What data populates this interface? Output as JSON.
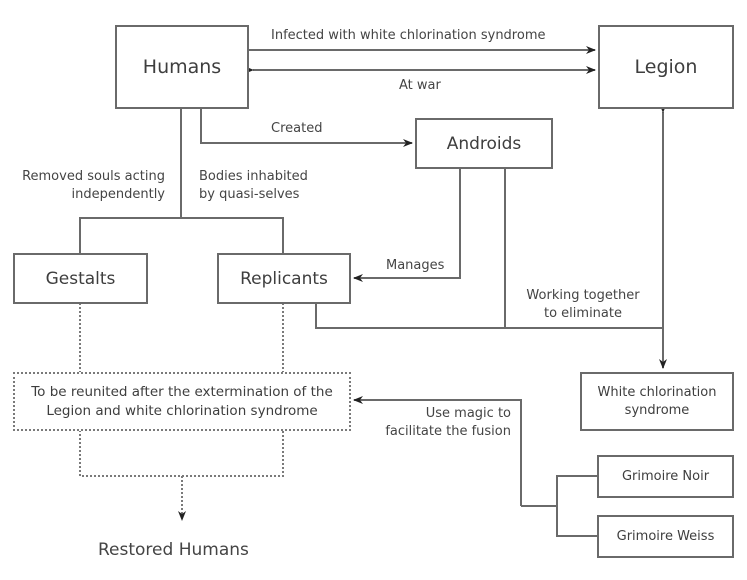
{
  "diagram": {
    "nodes": {
      "humans": "Humans",
      "legion": "Legion",
      "androids": "Androids",
      "gestalts": "Gestalts",
      "replicants": "Replicants",
      "reunite": "To be reunited after the extermination of the Legion and white chlorination syndrome",
      "reunite_line1": "To be reunited after the extermination of the",
      "reunite_line2": "Legion and white chlorination syndrome",
      "wcs_line1": "White chlorination",
      "wcs_line2": "syndrome",
      "grimoire_noir": "Grimoire Noir",
      "grimoire_weiss": "Grimoire Weiss",
      "restored_humans": "Restored Humans"
    },
    "edges": {
      "infected": "Infected with white chlorination syndrome",
      "at_war": "At war",
      "created": "Created",
      "removed_line1": "Removed souls acting",
      "removed_line2": "independently",
      "bodies_line1": "Bodies inhabited",
      "bodies_line2": "by quasi-selves",
      "manages": "Manages",
      "working_line1": "Working together",
      "working_line2": "to eliminate",
      "magic_line1": "Use magic to",
      "magic_line2": "facilitate the fusion"
    },
    "relations": [
      {
        "from": "Humans",
        "to": "Legion",
        "label": "Infected with white chlorination syndrome"
      },
      {
        "from": "Humans",
        "to": "Legion",
        "label": "At war",
        "bidirectional": true
      },
      {
        "from": "Humans",
        "to": "Androids",
        "label": "Created"
      },
      {
        "from": "Humans",
        "to": "Gestalts",
        "label": "Removed souls acting independently"
      },
      {
        "from": "Humans",
        "to": "Replicants",
        "label": "Bodies inhabited by quasi-selves"
      },
      {
        "from": "Androids",
        "to": "Replicants",
        "label": "Manages"
      },
      {
        "from": "Androids & Replicants",
        "to": "Legion / White chlorination syndrome",
        "label": "Working together to eliminate"
      },
      {
        "from": "Gestalts & Replicants",
        "to": "Reunion",
        "style": "dotted"
      },
      {
        "from": "Grimoire Noir & Grimoire Weiss",
        "to": "Reunion",
        "label": "Use magic to facilitate the fusion"
      },
      {
        "from": "Reunion",
        "to": "Restored Humans",
        "style": "dotted"
      }
    ],
    "colors": {
      "line": "#6a6a6a",
      "text": "#3e3e3e",
      "arrow": "#222222"
    }
  }
}
